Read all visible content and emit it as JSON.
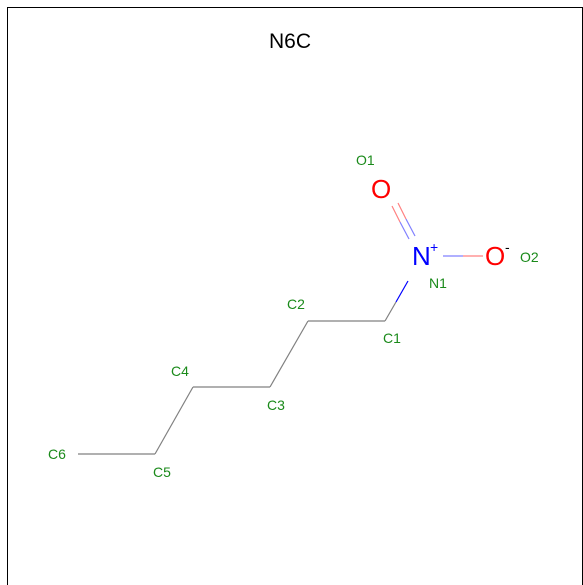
{
  "title": "N6C",
  "colors": {
    "carbon_bond": "#808080",
    "label": "#1a8a1a",
    "nitrogen": "#0000ff",
    "oxygen": "#ff0000",
    "n_o_bond": "#c080c0"
  },
  "atoms": {
    "N1": {
      "label": "N1",
      "element": "N",
      "charge": "+"
    },
    "O1": {
      "label": "O1",
      "element": "O"
    },
    "O2": {
      "label": "O2",
      "element": "O",
      "charge": "-"
    },
    "C1": {
      "label": "C1"
    },
    "C2": {
      "label": "C2"
    },
    "C3": {
      "label": "C3"
    },
    "C4": {
      "label": "C4"
    },
    "C5": {
      "label": "C5"
    },
    "C6": {
      "label": "C6"
    }
  },
  "bonds": [
    {
      "from": "C6",
      "to": "C5",
      "order": 1
    },
    {
      "from": "C5",
      "to": "C4",
      "order": 1
    },
    {
      "from": "C4",
      "to": "C3",
      "order": 1
    },
    {
      "from": "C3",
      "to": "C2",
      "order": 1
    },
    {
      "from": "C2",
      "to": "C1",
      "order": 1
    },
    {
      "from": "C1",
      "to": "N1",
      "order": 1
    },
    {
      "from": "N1",
      "to": "O1",
      "order": 2
    },
    {
      "from": "N1",
      "to": "O2",
      "order": 1
    }
  ]
}
